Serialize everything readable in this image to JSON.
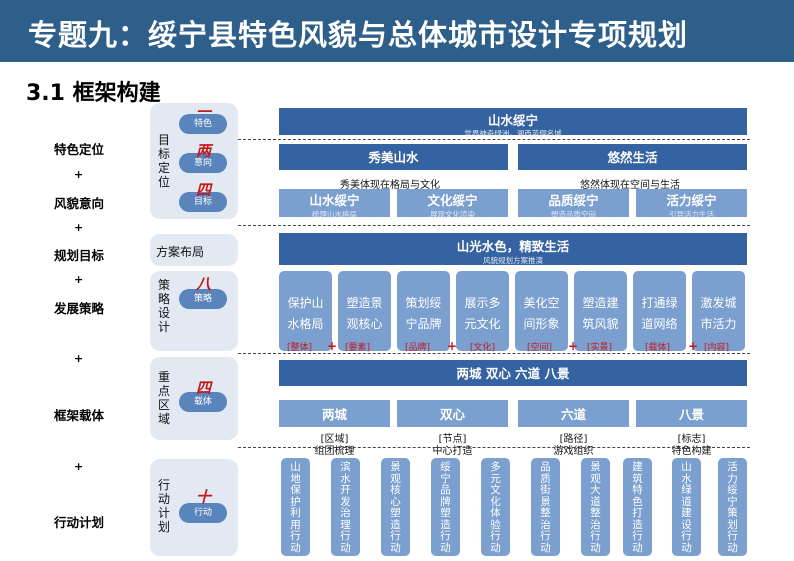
{
  "header": {
    "title": "专题九：绥宁县特色风貌与总体城市设计专项规划"
  },
  "section": {
    "title": "3.1 框架构建"
  },
  "left_labels": [
    "特色定位",
    "+",
    "风貌意向",
    "+",
    "规划目标",
    "+",
    "发展策略",
    "+",
    "框架载体",
    "+",
    "行动计划"
  ],
  "panels": {
    "goal": {
      "label": "目标定位",
      "tags": [
        "特色",
        "意向",
        "目标"
      ],
      "marks": [
        "一",
        "两",
        "四"
      ]
    },
    "plan": {
      "label": "方案布局"
    },
    "strategy": {
      "label": "策略设计",
      "tag": "策略",
      "mark": "八"
    },
    "carrier": {
      "label": "重点区域",
      "tag": "载体",
      "mark": "四"
    },
    "action": {
      "label": "行动计划",
      "tag": "行动",
      "mark": "十"
    }
  },
  "goal": {
    "top": {
      "title": "山水绥宁",
      "sub": "世界神奇绿洲，湘西苗侗名城"
    },
    "two": [
      "秀美山水",
      "悠然生活"
    ],
    "captions": [
      "秀美体现在格局与文化",
      "悠然体现在空间与生活"
    ],
    "four": [
      {
        "title": "山水绥宁",
        "sub": "梳理山水格局"
      },
      {
        "title": "文化绥宁",
        "sub": "展现文化渲染"
      },
      {
        "title": "品质绥宁",
        "sub": "塑造品质空间"
      },
      {
        "title": "活力绥宁",
        "sub": "引导活力生活"
      }
    ]
  },
  "plan": {
    "title": "山光水色，精致生活",
    "sub": "风貌规划方案推演"
  },
  "strategies": [
    "保护山水格局",
    "塑造景观核心",
    "策划绥宁品牌",
    "展示多元文化",
    "美化空间形象",
    "塑造建筑风貌",
    "打通绿道网络",
    "激发城市活力"
  ],
  "strategy_groups": [
    "[整体]",
    "[要素]",
    "[品牌]",
    "[文化]",
    "[空间]",
    "[实景]",
    "[载体]",
    "[内容]"
  ],
  "carrier": {
    "title": "两城 双心 六道 八景",
    "items": [
      "两城",
      "双心",
      "六道",
      "八景"
    ],
    "types": [
      "[区域]",
      "[节点]",
      "[路径]",
      "[标志]"
    ],
    "descs": [
      "组团梳理",
      "中心打造",
      "游戏组织",
      "特色构建"
    ]
  },
  "actions": [
    "山地保护利用行动",
    "滨水开发治理行动",
    "景观核心塑造行动",
    "绥宁品牌塑造行动",
    "多元文化体验行动",
    "品质街景整治行动",
    "景观大道整治行动",
    "建筑特色打造行动",
    "山水绿道建设行动",
    "活力绥宁策划行动"
  ]
}
